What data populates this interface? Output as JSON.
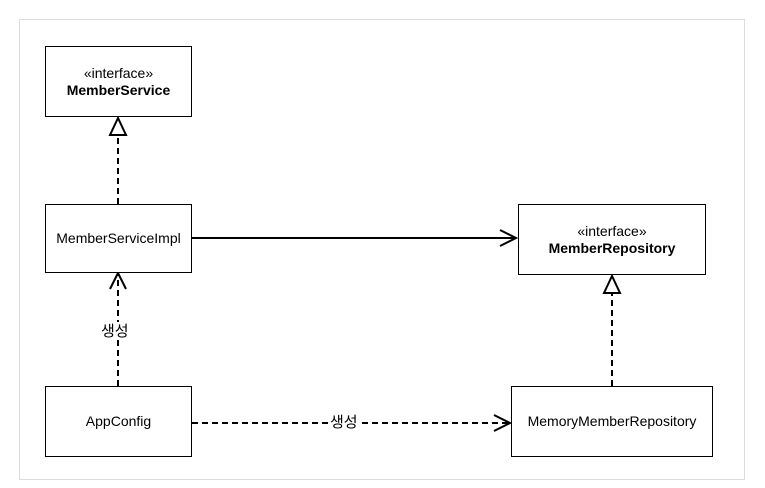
{
  "diagram": {
    "member_service": {
      "stereotype": "«interface»",
      "name": "MemberService"
    },
    "member_service_impl": {
      "name": "MemberServiceImpl"
    },
    "member_repository": {
      "stereotype": "«interface»",
      "name": "MemberRepository"
    },
    "app_config": {
      "name": "AppConfig"
    },
    "memory_member_repository": {
      "name": "MemoryMemberRepository"
    },
    "edges": {
      "appconfig_to_impl_label": "생성",
      "appconfig_to_memory_label": "생성"
    },
    "colors": {
      "line": "#000000",
      "frame": "#dcdcdc",
      "background": "#ffffff"
    }
  }
}
